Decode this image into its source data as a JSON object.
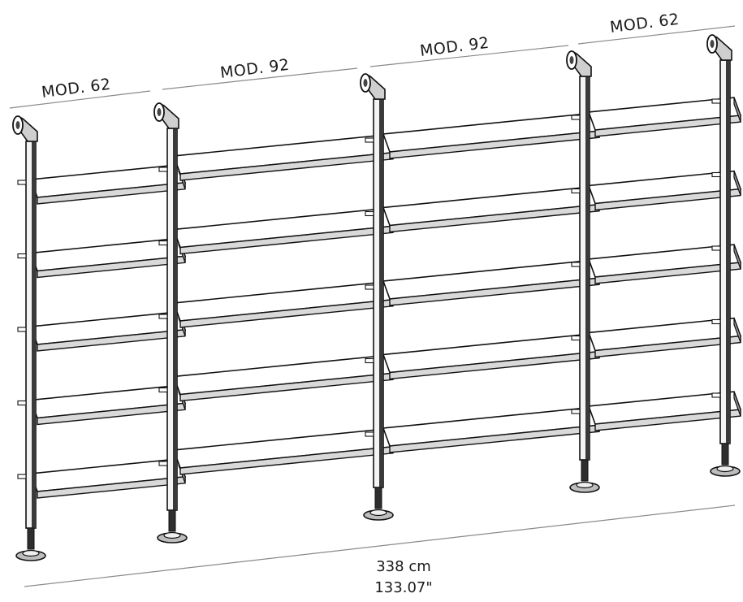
{
  "diagram": {
    "modules": [
      {
        "label": "MOD. 62"
      },
      {
        "label": "MOD. 92"
      },
      {
        "label": "MOD. 92"
      },
      {
        "label": "MOD. 62"
      }
    ],
    "dimension": {
      "metric": "338 cm",
      "imperial": "133.07\""
    },
    "shelves_per_module": 5
  }
}
